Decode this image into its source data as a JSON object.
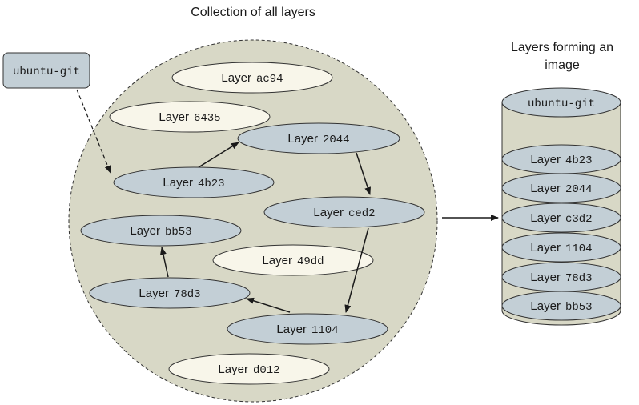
{
  "titles": {
    "collection": "Collection of all layers",
    "image_line1": "Layers forming an",
    "image_line2": "image"
  },
  "image_tag": "ubuntu-git",
  "layer_word": "Layer",
  "collection_layers": [
    {
      "id": "ac94",
      "in_image": false
    },
    {
      "id": "6435",
      "in_image": false
    },
    {
      "id": "2044",
      "in_image": true
    },
    {
      "id": "4b23",
      "in_image": true
    },
    {
      "id": "ced2",
      "in_image": true
    },
    {
      "id": "bb53",
      "in_image": true
    },
    {
      "id": "49dd",
      "in_image": false
    },
    {
      "id": "78d3",
      "in_image": true
    },
    {
      "id": "1104",
      "in_image": true
    },
    {
      "id": "d012",
      "in_image": false
    }
  ],
  "stack": {
    "top_label": "ubuntu-git",
    "layers": [
      "4b23",
      "2044",
      "c3d2",
      "1104",
      "78d3",
      "bb53"
    ]
  },
  "colors": {
    "blob_fill": "#d8d8c6",
    "used_layer": "#c3cfd6",
    "unused_layer": "#f8f6ea",
    "tag_fill": "#c3cfd6",
    "stroke": "#333333"
  }
}
